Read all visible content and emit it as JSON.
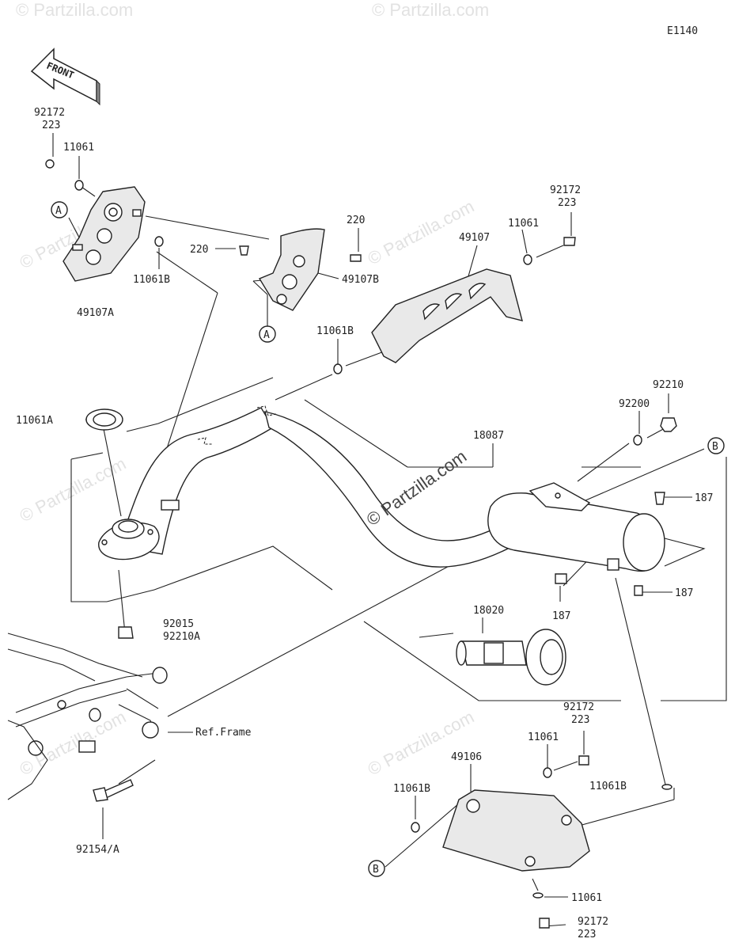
{
  "diagram_id": "E1140",
  "front_label": "FRONT",
  "watermark": "© Partzilla.com",
  "ref_frame": "Ref.Frame",
  "labels": {
    "p92172_top": "92172",
    "p223_top": "223",
    "p11061_top": "11061",
    "p49107A": "49107A",
    "p11061B_left": "11061B",
    "p220_a": "220",
    "p220_b": "220",
    "p49107B": "49107B",
    "p92172_mid": "92172",
    "p223_mid": "223",
    "p11061_mid": "11061",
    "p49107": "49107",
    "p11061B_mid": "11061B",
    "p11061A": "11061A",
    "p92210": "92210",
    "p92200": "92200",
    "p18087": "18087",
    "p187_a": "187",
    "p187_b": "187",
    "p187_c": "187",
    "p18020": "18020",
    "p92015": "92015",
    "p92210A": "92210A",
    "p92172_low": "92172",
    "p223_low": "223",
    "p11061_low": "11061",
    "p49106": "49106",
    "p11061B_low": "11061B",
    "p11061B_right": "11061B",
    "p11061_bottom": "11061",
    "p92172_bottom": "92172",
    "p223_bottom": "223",
    "p92154A": "92154/A"
  },
  "callouts": {
    "a1": "A",
    "a2": "A",
    "b1": "B",
    "b2": "B"
  }
}
